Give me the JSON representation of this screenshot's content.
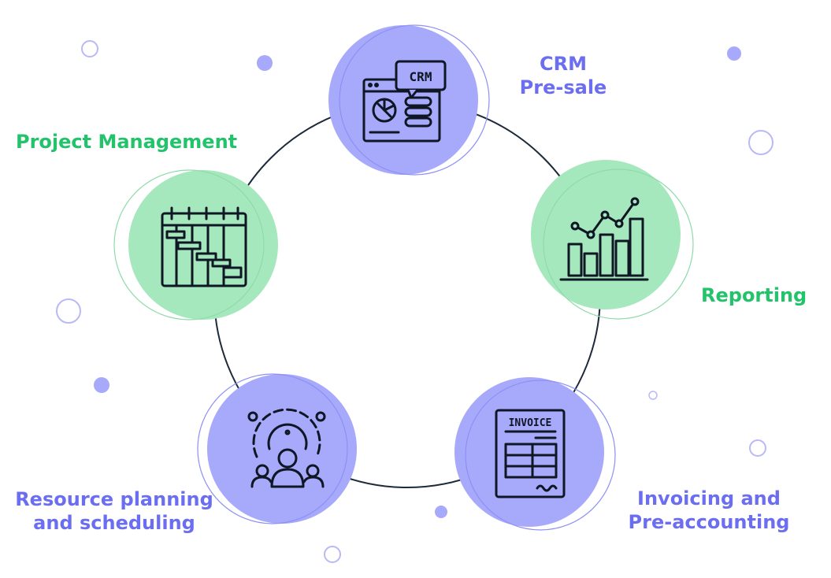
{
  "colors": {
    "purple_text": "#6b6ef0",
    "green_text": "#22c36b",
    "purple_fill": "#a7a9fb",
    "green_fill": "#a6e8be",
    "ring": "#1c2a3a"
  },
  "nodes": [
    {
      "id": "crm",
      "icon": "crm-dashboard-icon",
      "color": "purple",
      "lines": [
        "CRM",
        "Pre-sale"
      ],
      "icon_text": "CRM"
    },
    {
      "id": "reporting",
      "icon": "bar-chart-icon",
      "color": "green",
      "lines": [
        "Reporting"
      ]
    },
    {
      "id": "invoicing",
      "icon": "invoice-document-icon",
      "color": "purple",
      "lines": [
        "Invoicing and",
        "Pre-accounting"
      ],
      "icon_text": "INVOICE"
    },
    {
      "id": "resource",
      "icon": "team-gear-icon",
      "color": "purple",
      "lines": [
        "Resource planning",
        "and scheduling"
      ]
    },
    {
      "id": "project",
      "icon": "gantt-calendar-icon",
      "color": "green",
      "lines": [
        "Project Management"
      ]
    }
  ]
}
